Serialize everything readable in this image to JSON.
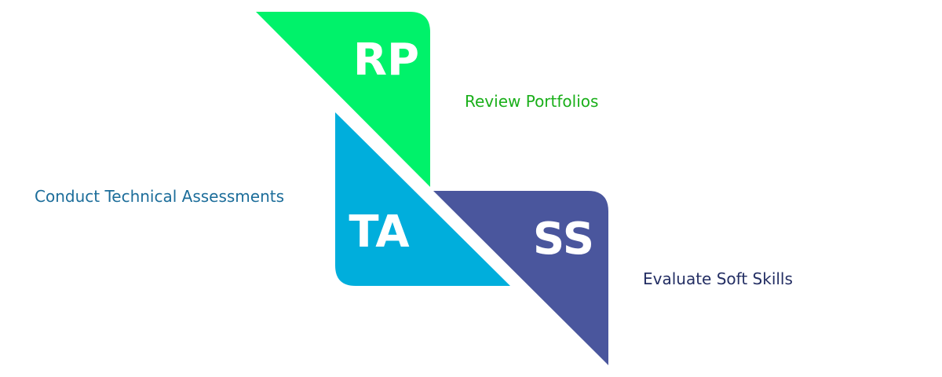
{
  "items": [
    {
      "key": "rp",
      "abbreviation": "RP",
      "label": "Review Portfolios",
      "color": "#00f26a",
      "label_color": "#1aaf1a"
    },
    {
      "key": "ta",
      "abbreviation": "TA",
      "label": "Conduct Technical Assessments",
      "color": "#00aedc",
      "label_color": "#1c6d9a"
    },
    {
      "key": "ss",
      "abbreviation": "SS",
      "label": "Evaluate Soft Skills",
      "color": "#4a569d",
      "label_color": "#232e63"
    }
  ]
}
